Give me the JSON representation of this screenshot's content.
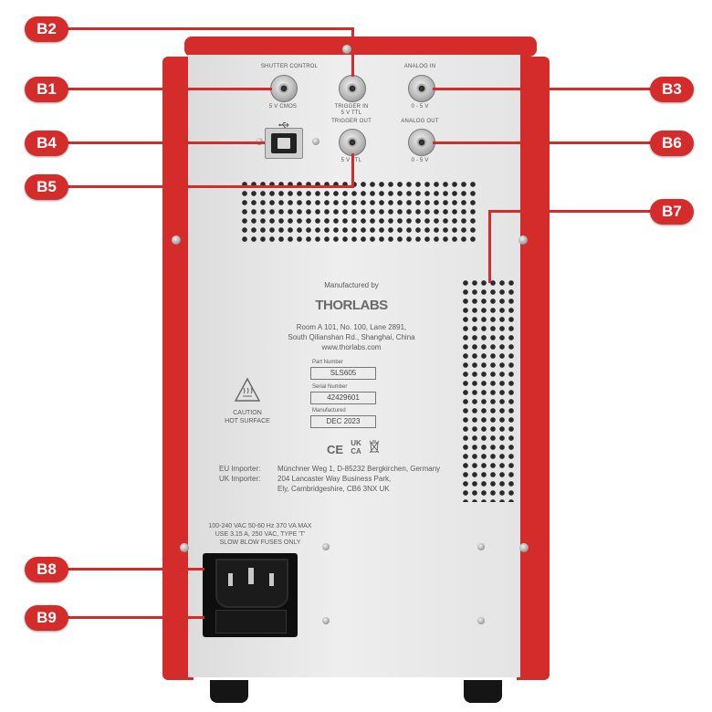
{
  "callouts": {
    "b1": "B1",
    "b2": "B2",
    "b3": "B3",
    "b4": "B4",
    "b5": "B5",
    "b6": "B6",
    "b7": "B7",
    "b8": "B8",
    "b9": "B9"
  },
  "connectors": {
    "shutter_control": "SHUTTER CONTROL",
    "shutter_sub": "5 V CMOS",
    "trigger_in_sub1": "TRIGGER IN",
    "trigger_in_sub2": "5 V TTL",
    "analog_in": "ANALOG IN",
    "analog_in_sub": "0 - 5 V",
    "trigger_out": "TRIGGER OUT",
    "trigger_out_sub": "5 V TTL",
    "analog_out": "ANALOG OUT",
    "analog_out_sub": "0 - 5 V"
  },
  "manufacturer": {
    "manufactured_by": "Manufactured by",
    "brand": "THORLABS",
    "address1": "Room A 101, No. 100, Lane 2891,",
    "address2": "South Qilianshan Rd., Shanghai, China",
    "website": "www.thorlabs.com"
  },
  "specs": {
    "part_label": "Part Number",
    "part_value": "SLS605",
    "serial_label": "Serial Number",
    "serial_value": "42429601",
    "mfg_label": "Manufactured",
    "mfg_value": "DEC 2023"
  },
  "caution": {
    "line1": "CAUTION",
    "line2": "HOT SURFACE"
  },
  "marks": {
    "ce": "CE",
    "uk_top": "UK",
    "uk_bottom": "CA"
  },
  "importers": {
    "eu_label": "EU Importer:",
    "eu_value": "Münchner Weg 1, D-85232 Bergkirchen, Germany",
    "uk_label": "UK Importer:",
    "uk_value1": "204 Lancaster Way Business Park,",
    "uk_value2": "Ely, Cambridgeshire, CB6 3NX UK"
  },
  "power": {
    "line1": "100-240 VAC 50-60 Hz 370 VA MAX",
    "line2": "USE 3.15 A, 250 VAC, TYPE 'T'",
    "line3": "SLOW BLOW FUSES ONLY"
  },
  "colors": {
    "accent": "#d42b2b",
    "panel": "#e6e6e6"
  },
  "icons": {
    "usb": "usb-icon",
    "hot_surface": "hot-surface-warning-icon",
    "weee": "weee-bin-icon"
  }
}
